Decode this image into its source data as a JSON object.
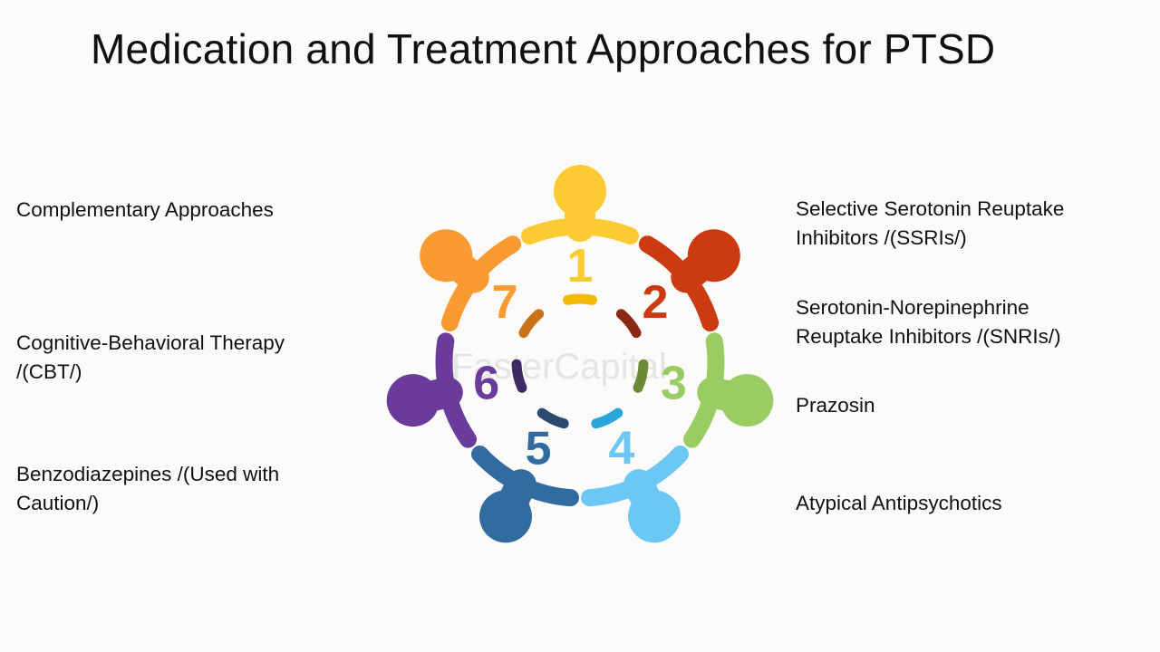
{
  "title": "Medication and Treatment Approaches for PTSD",
  "watermark": "FasterCapital",
  "items": [
    {
      "number": "1",
      "label": "Selective Serotonin Reuptake\nInhibitors /(SSRIs/)",
      "color": "#fccb33",
      "dark": "#f5b800"
    },
    {
      "number": "2",
      "label": "Serotonin-Norepinephrine\nReuptake Inhibitors /(SNRIs/)",
      "color": "#cc3a12",
      "dark": "#8b2a14"
    },
    {
      "number": "3",
      "label": "Prazosin",
      "color": "#99cc63",
      "dark": "#6b8a35"
    },
    {
      "number": "4",
      "label": "Atypical Antipsychotics",
      "color": "#6cc7f5",
      "dark": "#2aa6dc"
    },
    {
      "number": "5",
      "label": "Benzodiazepines /(Used with\nCaution/)",
      "color": "#326b9f",
      "dark": "#2c4a6e"
    },
    {
      "number": "6",
      "label": "Cognitive-Behavioral Therapy\n/(CBT/)",
      "color": "#6a3b9b",
      "dark": "#3e2a66"
    },
    {
      "number": "7",
      "label": "Complementary Approaches",
      "color": "#f99a32",
      "dark": "#c97218"
    }
  ]
}
